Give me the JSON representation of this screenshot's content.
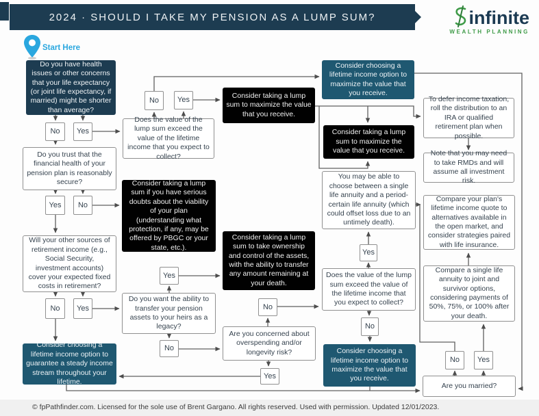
{
  "header": {
    "title": "2024 · SHOULD I TAKE MY PENSION AS A LUMP SUM?"
  },
  "logo": {
    "name": "infinite",
    "tagline": "WEALTH PLANNING"
  },
  "start": {
    "label": "Start Here"
  },
  "labels": {
    "yes": "Yes",
    "no": "No"
  },
  "colors": {
    "navy": "#1d3c51",
    "teal": "#1f5871",
    "black": "#010101",
    "accent_blue": "#2aa7df",
    "logo_green": "#3f9b48"
  },
  "flow": {
    "q_health": "Do you have health issues or other concerns that your life expectancy (or joint life expectancy, if married) might be shorter than average?",
    "q_trust": "Do you trust that the financial health of your pension plan is reasonably secure?",
    "q_sources": "Will your other sources of retirement income (e.g., Social Security, investment accounts) cover your expected fixed costs in retirement?",
    "c_guarantee": "Consider choosing a lifetime income option to guarantee a steady income stream throughout your lifetime.",
    "q_value1": "Does the value of the lump sum exceed the value of the lifetime income that you expect to collect?",
    "c_doubts": "Consider taking a lump sum if you have serious doubts about the viability of your plan (understanding what protection, if any, may be offered by PBGC or your state, etc.).",
    "q_legacy": "Do you want the ability to transfer your pension assets to your heirs as a legacy?",
    "c_max_lump1": "Consider taking a lump sum to maximize the value that you receive.",
    "c_ownership": "Consider taking a lump sum to take ownership and control of the assets, with the ability to transfer any amount remaining at your death.",
    "q_concerned": "Are you concerned about overspending and/or longevity risk?",
    "c_max_income_top": "Consider choosing a lifetime income option to maximize the value that you receive.",
    "c_max_lump2": "Consider taking a lump sum to maximize the value that you receive.",
    "q_annuity": "You may be able to choose between a single life annuity and a period-certain life annuity (which could offset loss due to an untimely death).",
    "q_value2": "Does the value of the lump sum exceed the value of the lifetime income that you expect to collect?",
    "c_max_income_bottom": "Consider choosing a lifetime income option to maximize the value that you receive.",
    "r_defer": "To defer income taxation, roll the distribution to an IRA or qualified retirement plan when possible.",
    "r_rmds": "Note that you may need to take RMDs and will assume all investment risk.",
    "r_compare_plan": "Compare your plan's lifetime income quote to alternatives available in the open market, and consider strategies paired with life insurance.",
    "r_compare_single": "Compare a single life annuity to joint and survivor options, considering payments of 50%, 75%, or 100% after your death.",
    "q_married": "Are you married?"
  },
  "footer": {
    "text": "© fpPathfinder.com. Licensed for the sole use of Brent Gargano. All rights reserved. Used with permission. Updated 12/01/2023."
  }
}
